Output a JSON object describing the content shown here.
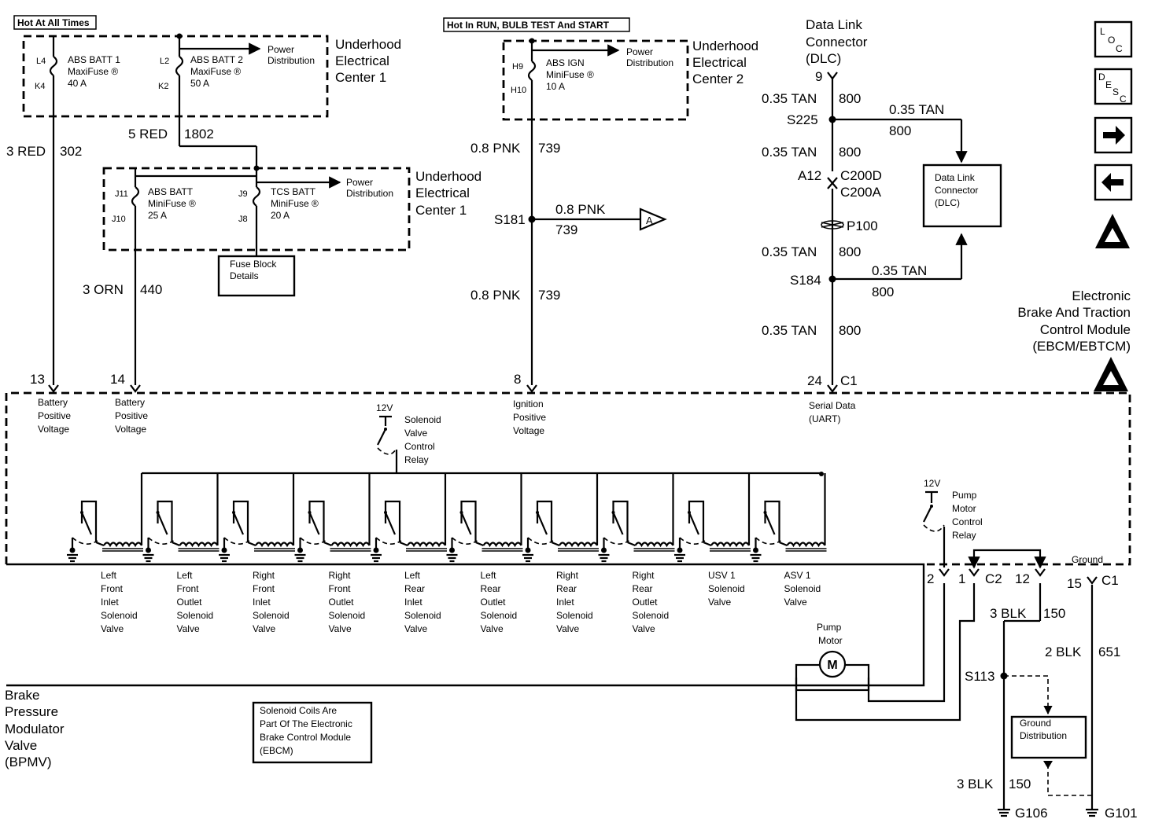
{
  "power": {
    "hot_all_times": "Hot At All Times",
    "hot_run": "Hot In RUN, BULB TEST And START",
    "uec1": [
      "Underhood",
      "Electrical",
      "Center 1"
    ],
    "uec2": [
      "Underhood",
      "Electrical",
      "Center 2"
    ],
    "power_distribution": [
      "Power",
      "Distribution"
    ],
    "fuse_block_details": [
      "Fuse Block",
      "Details"
    ],
    "fuse_abs_batt1": {
      "pin_top": "L4",
      "pin_bot": "K4",
      "lines": [
        "ABS BATT 1",
        "MaxiFuse ®",
        "40 A"
      ]
    },
    "fuse_abs_batt2": {
      "pin_top": "L2",
      "pin_bot": "K2",
      "lines": [
        "ABS BATT 2",
        "MaxiFuse ®",
        "50 A"
      ]
    },
    "fuse_abs_batt": {
      "pin_top": "J11",
      "pin_bot": "J10",
      "lines": [
        "ABS BATT",
        "MiniFuse ®",
        "25 A"
      ]
    },
    "fuse_tcs_batt": {
      "pin_top": "J9",
      "pin_bot": "J8",
      "lines": [
        "TCS BATT",
        "MiniFuse ®",
        "20 A"
      ]
    },
    "fuse_abs_ign": {
      "pin_top": "H9",
      "pin_bot": "H10",
      "lines": [
        "ABS IGN",
        "MiniFuse ®",
        "10 A"
      ]
    }
  },
  "wires": {
    "w302": {
      "color": "3 RED",
      "circuit": "302"
    },
    "w1802": {
      "color": "5 RED",
      "circuit": "1802"
    },
    "w440": {
      "color": "3 ORN",
      "circuit": "440"
    },
    "w739a": {
      "color": "0.8 PNK",
      "circuit": "739"
    },
    "w739b": {
      "color": "0.8 PNK",
      "circuit": "739"
    },
    "w739c": {
      "color": "0.8 PNK",
      "circuit": "739"
    },
    "w800a": {
      "color": "0.35 TAN",
      "circuit": "800"
    },
    "w800b": {
      "color": "0.35 TAN",
      "circuit": "800"
    },
    "w800c": {
      "color": "0.35 TAN",
      "circuit": "800"
    },
    "w800d": {
      "color": "0.35 TAN",
      "circuit": "800"
    },
    "w800e": {
      "color": "0.35 TAN",
      "circuit": "800"
    },
    "w800f": {
      "color": "0.35 TAN",
      "circuit": "800"
    },
    "w150a": {
      "color": "3 BLK",
      "circuit": "150"
    },
    "w150b": {
      "color": "3 BLK",
      "circuit": "150"
    },
    "w651": {
      "color": "2 BLK",
      "circuit": "651"
    }
  },
  "splices": {
    "s181": "S181",
    "s225": "S225",
    "s184": "S184",
    "s113": "S113",
    "p100": "P100",
    "a_ref": "A"
  },
  "dlc": {
    "title": [
      "Data Link",
      "Connector",
      "(DLC)"
    ],
    "pin": "9",
    "box": [
      "Data Link",
      "Connector",
      "(DLC)"
    ],
    "inline_a": "A12",
    "inline_c1": "C200D",
    "inline_c2": "C200A"
  },
  "ebcm": {
    "title": [
      "Electronic",
      "Brake And Traction",
      "Control Module",
      "(EBCM/EBTCM)"
    ],
    "pin13": "13",
    "pin14": "14",
    "pin8": "8",
    "pin24": "24",
    "c1": "C1",
    "bpv1": [
      "Battery",
      "Positive",
      "Voltage"
    ],
    "bpv2": [
      "Battery",
      "Positive",
      "Voltage"
    ],
    "ipv": [
      "Ignition",
      "Positive",
      "Voltage"
    ],
    "serial": [
      "Serial Data",
      "(UART)"
    ],
    "relay_12v": "12V",
    "relay_label": [
      "Solenoid",
      "Valve",
      "Control",
      "Relay"
    ],
    "pump_12v": "12V",
    "pump_relay_label": [
      "Pump",
      "Motor",
      "Control",
      "Relay"
    ],
    "ground_label": "Ground",
    "pin2": "2",
    "pin1": "1",
    "c2": "C2",
    "pin12": "12",
    "pin15": "15",
    "c1b": "C1",
    "note": [
      "Solenoid Coils Are",
      "Part Of The Electronic",
      "Brake Control Module",
      "(EBCM)"
    ]
  },
  "solenoids": [
    [
      "Left",
      "Front",
      "Inlet",
      "Solenoid",
      "Valve"
    ],
    [
      "Left",
      "Front",
      "Outlet",
      "Solenoid",
      "Valve"
    ],
    [
      "Right",
      "Front",
      "Inlet",
      "Solenoid",
      "Valve"
    ],
    [
      "Right",
      "Front",
      "Outlet",
      "Solenoid",
      "Valve"
    ],
    [
      "Left",
      "Rear",
      "Inlet",
      "Solenoid",
      "Valve"
    ],
    [
      "Left",
      "Rear",
      "Outlet",
      "Solenoid",
      "Valve"
    ],
    [
      "Right",
      "Rear",
      "Inlet",
      "Solenoid",
      "Valve"
    ],
    [
      "Right",
      "Rear",
      "Outlet",
      "Solenoid",
      "Valve"
    ],
    [
      "USV 1",
      "Solenoid",
      "Valve"
    ],
    [
      "ASV 1",
      "Solenoid",
      "Valve"
    ]
  ],
  "bpmv": {
    "title": [
      "Brake",
      "Pressure",
      "Modulator",
      "Valve",
      "(BPMV)"
    ],
    "pump_label": [
      "Pump",
      "Motor"
    ],
    "motor_symbol": "M"
  },
  "ground": {
    "dist": [
      "Ground",
      "Distribution"
    ],
    "g106": "G106",
    "g101": "G101"
  },
  "nav": {
    "loc": {
      "l1": "L",
      "l2": "O",
      "l3": "C"
    },
    "desc": {
      "l1": "D",
      "l2": "E",
      "l3": "S",
      "l4": "C"
    },
    "next_icon": "arrow-right-icon",
    "prev_icon": "arrow-left-icon",
    "esd_icon": "esd-warning-icon"
  }
}
